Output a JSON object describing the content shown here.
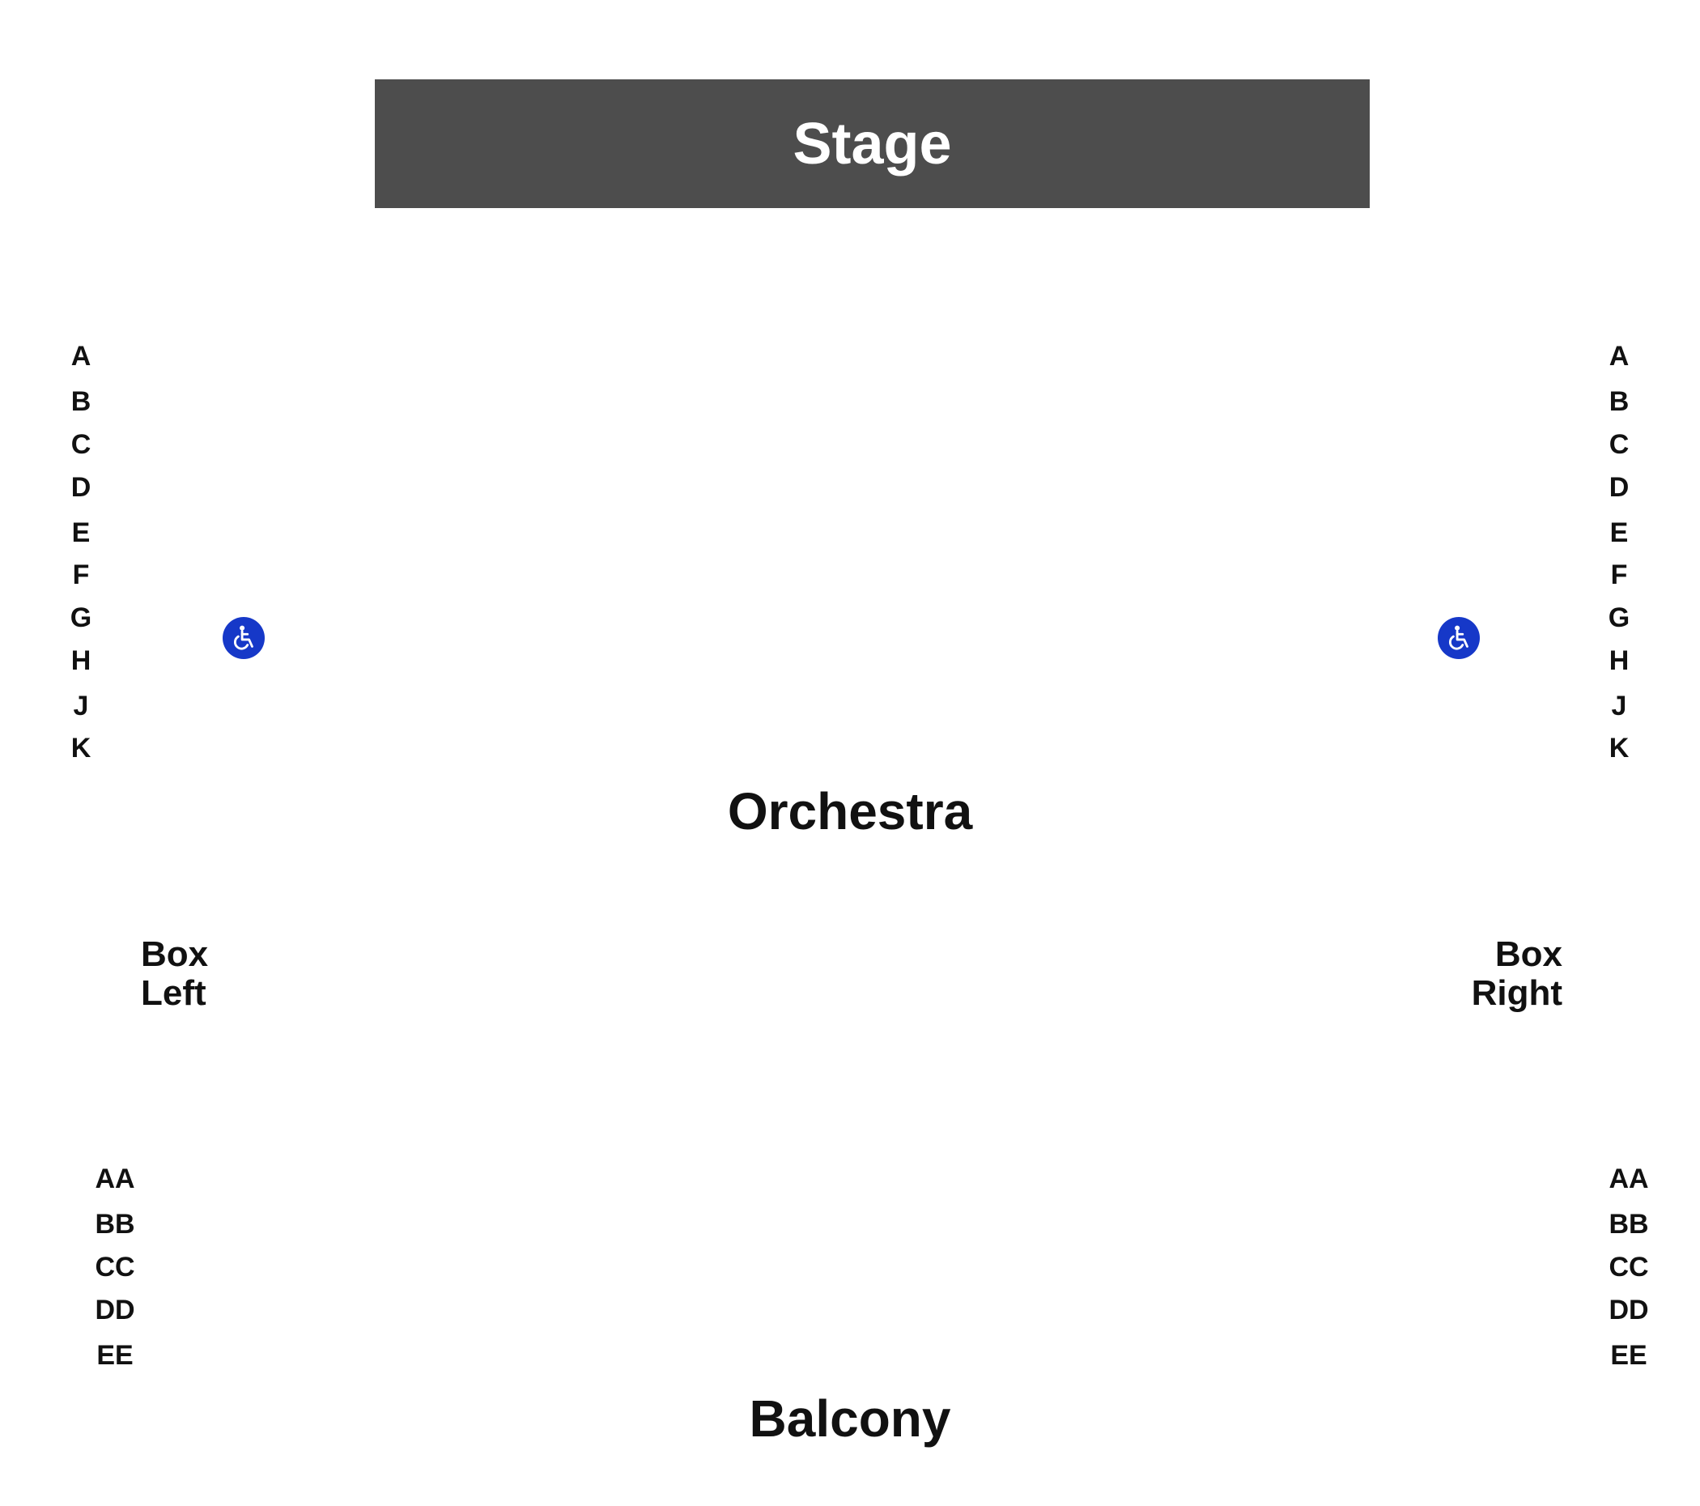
{
  "stage": {
    "label": "Stage"
  },
  "sections": {
    "orchestra": "Orchestra",
    "balcony": "Balcony"
  },
  "boxes": {
    "left": [
      "Box",
      "Left"
    ],
    "right": [
      "Box",
      "Right"
    ]
  },
  "orchestra_rows": [
    "A",
    "B",
    "C",
    "D",
    "E",
    "F",
    "G",
    "H",
    "J",
    "K"
  ],
  "balcony_rows": [
    "AA",
    "BB",
    "CC",
    "DD",
    "EE"
  ],
  "accessibility": {
    "icon": "wheelchair-icon",
    "color": "#1638c8"
  },
  "colors": {
    "stage": "#4d4d4d",
    "text": "#111111",
    "background": "#ffffff"
  }
}
